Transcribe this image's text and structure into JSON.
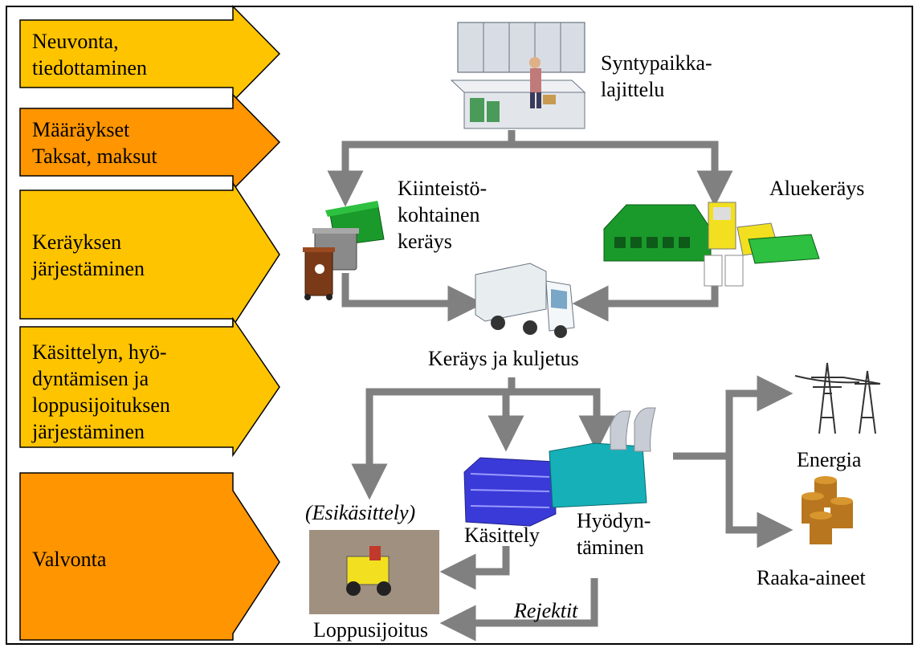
{
  "left_panel": [
    {
      "label": "Neuvonta,\ntiedottaminen",
      "color": "#ffc400"
    },
    {
      "label": "Määräykset\nTaksat, maksut",
      "color": "#ff9500"
    },
    {
      "label": "Keräyksen\njärjestäminen",
      "color": "#ffc400"
    },
    {
      "label": "Käsittelyn, hyö-\ndyntämisen ja\nloppusijoituksen\njärjestäminen",
      "color": "#ffc400"
    },
    {
      "label": "Valvonta",
      "color": "#ff9500"
    }
  ],
  "nodes": {
    "source_sorting": "Syntypaikka-\nlajittelu",
    "property_collection": "Kiinteistö-\nkohtainen\nkeräys",
    "area_collection": "Aluekeräys",
    "collection_transport": "Keräys ja kuljetus",
    "treatment": "Käsittely",
    "utilization": "Hyödyn-\ntäminen",
    "pretreatment": "(Esikäsittely)",
    "final_disposal": "Loppusijoitus",
    "energy": "Energia",
    "raw_materials": "Raaka-aineet",
    "rejects": "Rejektit"
  },
  "colors": {
    "arrow": "#808080",
    "bin_green": "#1a9a2a",
    "truck": "#e8eef0",
    "plant_blue": "#3a3ad8",
    "plant_teal": "#16b0b8",
    "barrel": "#b8761e",
    "loader_yellow": "#f2e020",
    "gravel": "#a09080"
  }
}
